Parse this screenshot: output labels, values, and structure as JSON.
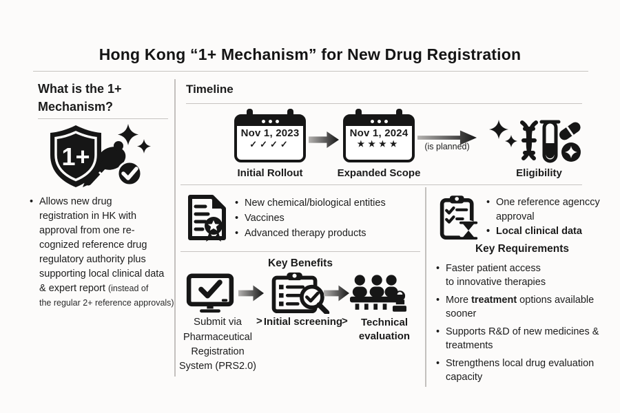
{
  "colors": {
    "ink": "#161616",
    "background": "#fcfbfa",
    "divider": "#c6c3c0"
  },
  "header": {
    "title": "Hong Kong “1+ Mechanism” for New Drug Registration"
  },
  "left_panel": {
    "heading": "What is the 1+ Mechanism?",
    "icon": "shield-1plus-badge-icon",
    "bullet": {
      "main": "Allows new drug\nregistration in HK with\napproval from one re-\ncognized reference drug\nregulatory authority plus\nsupporting local clinical data\n& expert report ",
      "note": "(instead of\nthe regular 2+ reference approvals)"
    }
  },
  "timeline": {
    "heading": "Timeline",
    "milestones": [
      {
        "date": "Nov 1, 2023",
        "marks": "✓✓✓✓",
        "label": "Initial Rollout",
        "icon": "calendar-checks-icon"
      },
      {
        "date": "Nov 1, 2024",
        "marks": "★★★★",
        "label": "Expanded Scope",
        "icon": "calendar-stars-icon"
      }
    ],
    "planned_note": "(is planned)",
    "eligibility": {
      "label": "Eligibility",
      "icon": "dna-testtube-medicine-icon"
    }
  },
  "scope": {
    "icon": "certificate-document-icon",
    "items": [
      "New chemical/biological entities",
      "Vaccines",
      "Advanced therapy products"
    ]
  },
  "benefits": {
    "heading": "Key Benefits",
    "separator": ">",
    "steps": [
      {
        "label": "Submit via",
        "sub": "Pharmaceutical\nRegistration\nSystem (PRS2.0)",
        "icon": "monitor-check-icon"
      },
      {
        "label": "Initial screening",
        "icon": "clipboard-magnifier-icon"
      },
      {
        "label": "Technical\nevaluation",
        "icon": "review-panel-stamp-icon"
      }
    ]
  },
  "requirements": {
    "icon": "clipboard-hourglass-icon",
    "top": [
      "One reference agenccy\napproval",
      "Local clinical data"
    ],
    "heading": "Key Requirements",
    "items": {
      "i1": "Faster patient access\nto innovative therapies",
      "i2_prefix": "More ",
      "i2_bold": "treatment",
      "i2_suffix": " options available\nsooner",
      "i3": "Supports R&D of new medicines &\ntreatments",
      "i4": "Strengthens local drug evaluation\ncapacity"
    }
  }
}
